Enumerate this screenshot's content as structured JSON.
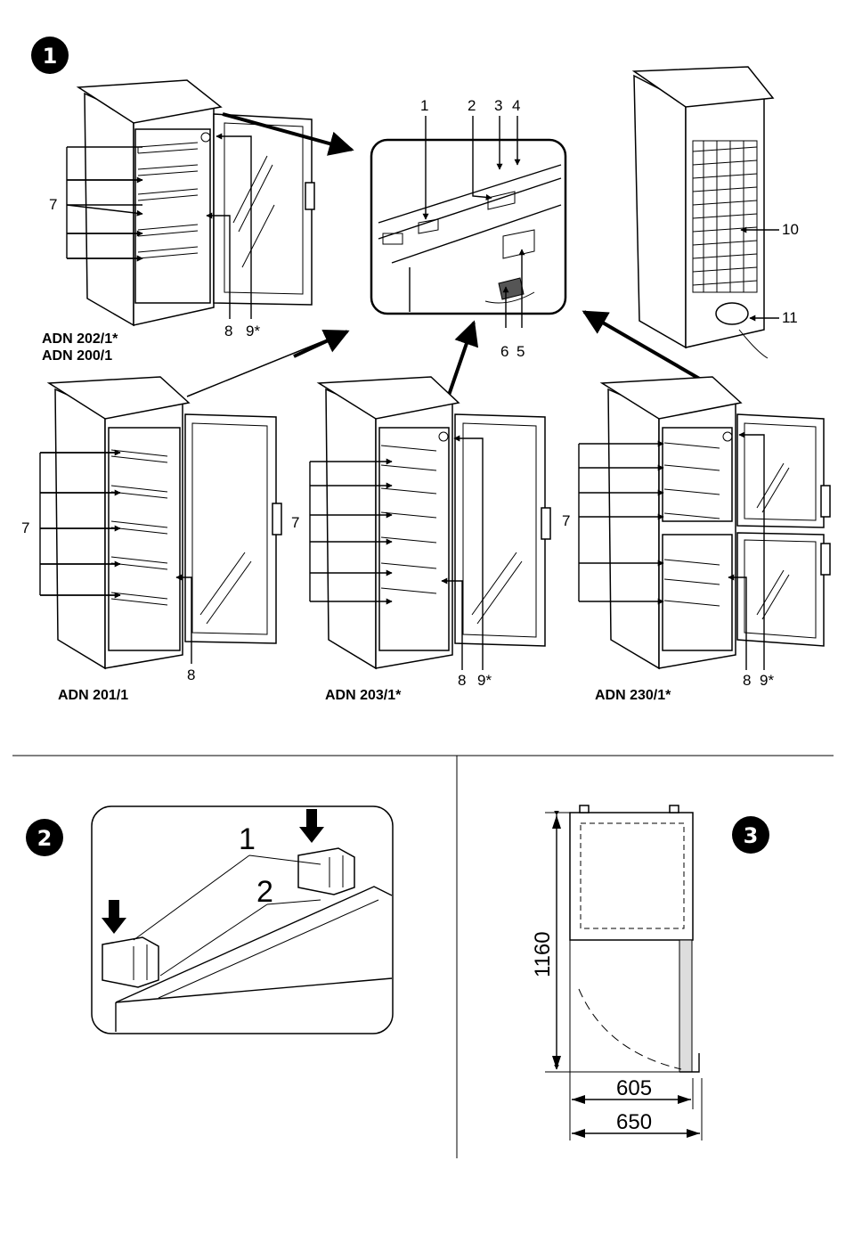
{
  "sections": {
    "s1": {
      "badge": "1"
    },
    "s2": {
      "badge": "2",
      "labels": [
        "1",
        "2"
      ]
    },
    "s3": {
      "badge": "3",
      "dim_height": "1160",
      "dim_width_1": "605",
      "dim_width_2": "650"
    }
  },
  "detail_labels": [
    "1",
    "2",
    "3",
    "4",
    "5",
    "6"
  ],
  "rear_labels": [
    "10",
    "11"
  ],
  "models": {
    "top": {
      "line1": "ADN 202/1*",
      "line2": "ADN 200/1",
      "shelf_label": "7",
      "callouts": [
        "8",
        "9*"
      ]
    },
    "left": {
      "name": "ADN 201/1",
      "shelf_label": "7",
      "callouts": [
        "8"
      ]
    },
    "mid": {
      "name": "ADN 203/1*",
      "shelf_label": "7",
      "callouts": [
        "8",
        "9*"
      ]
    },
    "right": {
      "name": "ADN 230/1*",
      "shelf_label": "7",
      "callouts": [
        "8",
        "9*"
      ]
    }
  },
  "icons": [
    "badge-one-icon",
    "badge-two-icon",
    "badge-three-icon",
    "arrow-down-icon",
    "thermometer-icon"
  ]
}
